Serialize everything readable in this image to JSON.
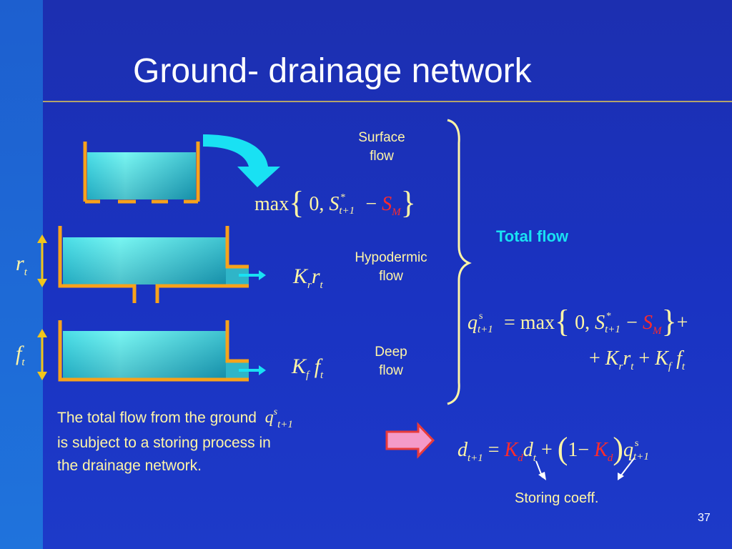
{
  "slide": {
    "title": "Ground- drainage network",
    "number": "37"
  },
  "labels": {
    "surface_flow_line1": "Surface",
    "surface_flow_line2": "flow",
    "hypodermic_flow_line1": "Hypodermic",
    "hypodermic_flow_line2": "flow",
    "deep_flow_line1": "Deep",
    "deep_flow_line2": "flow",
    "total_flow": "Total flow",
    "storing_coeff": "Storing coeff."
  },
  "symbols": {
    "r": "r",
    "r_sub": "t",
    "f": "f",
    "f_sub": "t"
  },
  "equations": {
    "surface": {
      "op": "max",
      "zero": "0,",
      "S": "S",
      "S_sup": "*",
      "S_sub": "t+1",
      "minus": "−",
      "SM": "S",
      "SM_sub": "M"
    },
    "hypodermic": {
      "K": "K",
      "K_sub": "r",
      "r": "r",
      "r_sub": "t"
    },
    "deep": {
      "K": "K",
      "K_sub": "f",
      "f": "f",
      "f_sub": "t"
    },
    "total_line1": {
      "q": "q",
      "q_sup": "s",
      "q_sub": "t+1",
      "eq": "=",
      "op": "max",
      "zero": "0,",
      "S": "S",
      "S_sup": "*",
      "S_sub": "t+1",
      "minus": "−",
      "SM": "S",
      "SM_sub": "M",
      "plus": "+"
    },
    "total_line2": {
      "plus1": "+",
      "K1": "K",
      "K1_sub": "r",
      "r": "r",
      "r_sub": "t",
      "plus2": "+",
      "K2": "K",
      "K2_sub": "f",
      "f": "f",
      "f_sub": "t"
    },
    "storage": {
      "d": "d",
      "d_sub": "t+1",
      "eq": "=",
      "Kd": "K",
      "Kd_sub": "d",
      "d2": "d",
      "d2_sub": "t",
      "plus": "+",
      "one": "1",
      "minus": "−",
      "Kd2": "K",
      "Kd2_sub": "d",
      "q": "q",
      "q_sup": "s",
      "q_sub": "t+1"
    }
  },
  "paragraph": {
    "line1": "The total flow from the ground",
    "q": "q",
    "q_sup": "s",
    "q_sub": "t+1",
    "line2": "is subject to a storing process in",
    "line3": "the drainage network."
  },
  "colors": {
    "background": "#1a33c2",
    "text": "#fff5a6",
    "accent_cyan": "#19e1f3",
    "red": "#ff2b2b",
    "tank_wall": "#f7a21b",
    "arrow_pink": "#f49ac8"
  }
}
